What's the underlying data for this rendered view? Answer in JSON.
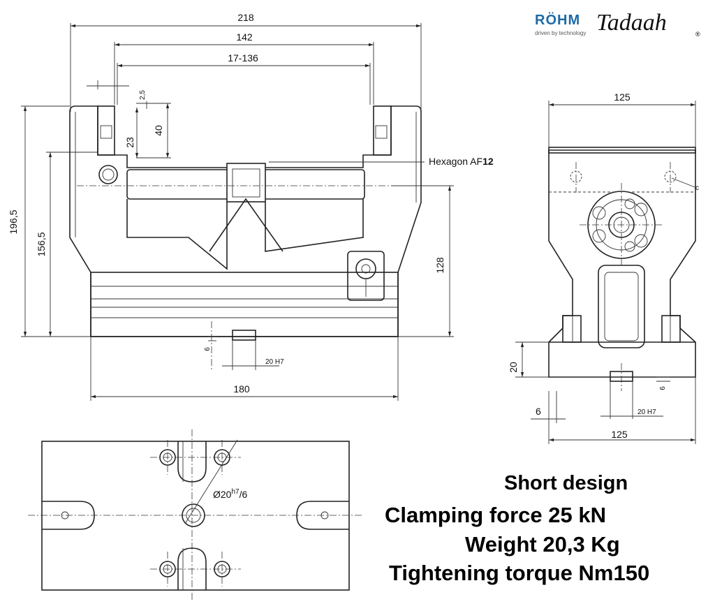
{
  "logos": {
    "rohm": "RÖHM",
    "rohm_tagline": "driven by technology",
    "tadaah": "Tadaah",
    "registered": "®"
  },
  "front_view": {
    "dim_overall_width": "218",
    "dim_jaw_outer": "142",
    "dim_clamp_range": "17-136",
    "dim_jaw_step": "2,5",
    "dim_jaw_height": "40",
    "dim_jaw_depth": "23",
    "dim_total_height": "196,5",
    "dim_spindle_height": "156,5",
    "dim_body_height": "128",
    "dim_key_depth": "6",
    "dim_key_width": "20 H7",
    "dim_base_width": "180",
    "hexagon_label": "Hexagon AF",
    "hexagon_size": "12"
  },
  "side_view": {
    "dim_top_width": "125",
    "dim_chamfer": "c",
    "dim_base_height": "20",
    "dim_key_depth": "6",
    "dim_offset": "6",
    "dim_key_width": "20 H7",
    "dim_base_width": "125"
  },
  "bottom_view": {
    "dim_bore": "Ø20",
    "dim_bore_tol": "h7",
    "dim_bore_rest": "/6"
  },
  "specs": {
    "design": "Short design",
    "clamping_force": "Clamping force 25 kN",
    "weight": "Weight 20,3 Kg",
    "torque": "Tightening torque Nm150"
  }
}
